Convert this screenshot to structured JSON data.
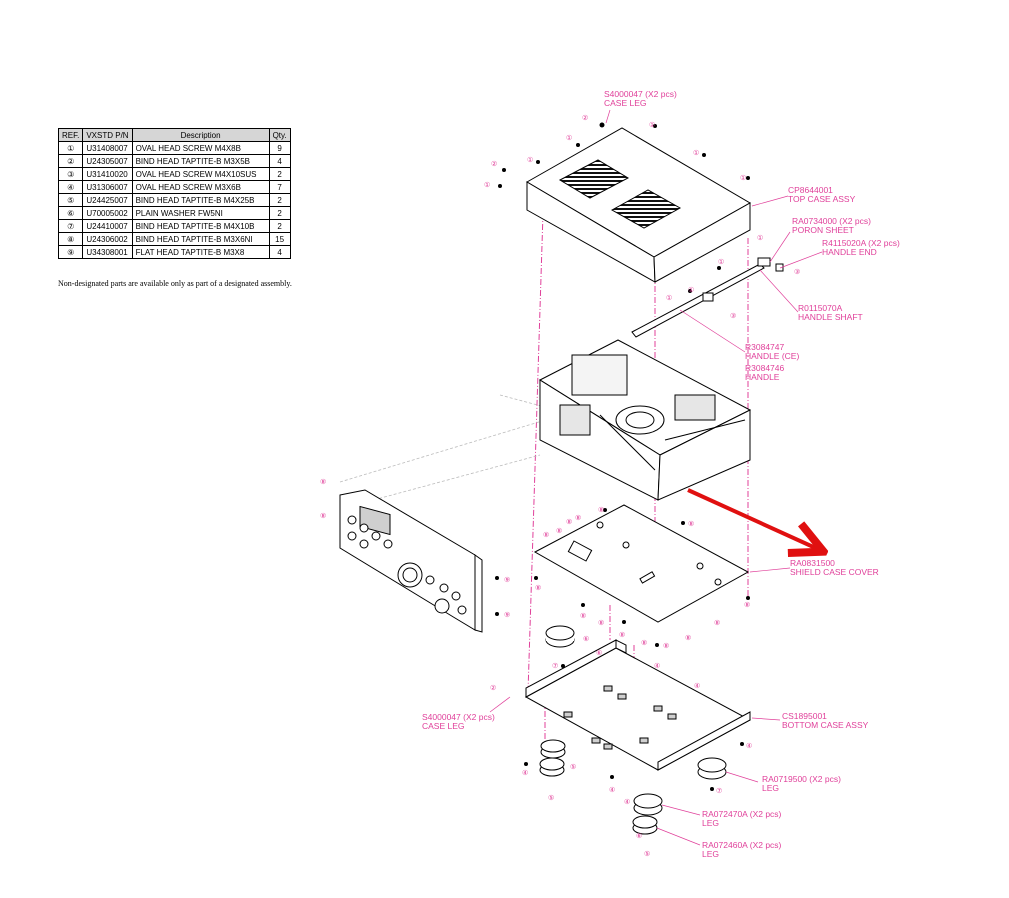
{
  "table": {
    "headers": [
      "REF.",
      "VXSTD P/N",
      "Description",
      "Qty."
    ],
    "rows": [
      [
        "①",
        "U31408007",
        "OVAL HEAD SCREW M4X8B",
        "9"
      ],
      [
        "②",
        "U24305007",
        "BIND HEAD TAPTITE-B M3X5B",
        "4"
      ],
      [
        "③",
        "U31410020",
        "OVAL HEAD SCREW M4X10SUS",
        "2"
      ],
      [
        "④",
        "U31306007",
        "OVAL HEAD SCREW M3X6B",
        "7"
      ],
      [
        "⑤",
        "U24425007",
        "BIND HEAD TAPTITE-B M4X25B",
        "2"
      ],
      [
        "⑥",
        "U70005002",
        "PLAIN WASHER FW5NI",
        "2"
      ],
      [
        "⑦",
        "U24410007",
        "BIND HEAD TAPTITE-B M4X10B",
        "2"
      ],
      [
        "⑧",
        "U24306002",
        "BIND HEAD TAPTITE-B M3X6NI",
        "15"
      ],
      [
        "⑨",
        "U34308001",
        "FLAT HEAD TAPTITE-B M3X8",
        "4"
      ]
    ]
  },
  "note": "Non-designated parts are available only as part of a designated assembly.",
  "callouts": [
    {
      "pn": "S4000047 (X2 pcs)",
      "name": "CASE LEG"
    },
    {
      "pn": "CP8644001",
      "name": "TOP CASE ASSY"
    },
    {
      "pn": "RA0734000 (X2 pcs)",
      "name": "PORON SHEET"
    },
    {
      "pn": "R4115020A (X2 pcs)",
      "name": "HANDLE END"
    },
    {
      "pn": "R0115070A",
      "name": "HANDLE SHAFT"
    },
    {
      "pn": "R3084747",
      "name": "HANDLE (CE)"
    },
    {
      "pn": "R3084746",
      "name": "HANDLE"
    },
    {
      "pn": "RA0831500",
      "name": "SHIELD CASE COVER"
    },
    {
      "pn": "S4000047 (X2 pcs)",
      "name": "CASE LEG"
    },
    {
      "pn": "CS1895001",
      "name": "BOTTOM CASE ASSY"
    },
    {
      "pn": "RA0719500 (X2 pcs)",
      "name": "LEG"
    },
    {
      "pn": "RA072470A (X2 pcs)",
      "name": "LEG"
    },
    {
      "pn": "RA072460A (X2 pcs)",
      "name": "LEG"
    }
  ],
  "refs": [
    "①",
    "②",
    "③",
    "④",
    "⑤",
    "⑥",
    "⑦",
    "⑧",
    "⑨"
  ],
  "colors": {
    "callout": "#e0409a",
    "arrow": "#e01010",
    "line": "#000000"
  }
}
